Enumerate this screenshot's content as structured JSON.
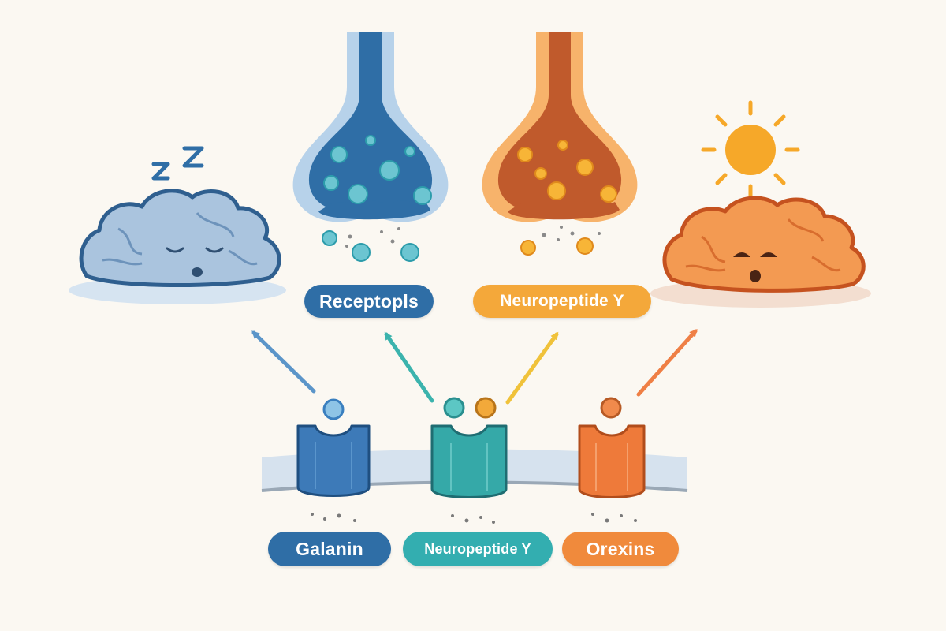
{
  "labels": {
    "receptors": "Receptopls",
    "neuropeptide_top": "Neuropeptide Y",
    "galanin": "Galanin",
    "neuropeptide_bottom": "Neuropeptide Y",
    "orexins": "Orexins"
  },
  "colors": {
    "background": "#fbf8f2",
    "blue": "#2f6ea6",
    "teal": "#33aeb0",
    "orange": "#f08a3c",
    "yellow": "#f4a83a",
    "light_blue": "#9fbfdb",
    "rust": "#c05a2c",
    "membrane": "#d6e2ee"
  },
  "icons": {
    "sleep": "zzz-icon",
    "awake": "sun-icon"
  }
}
